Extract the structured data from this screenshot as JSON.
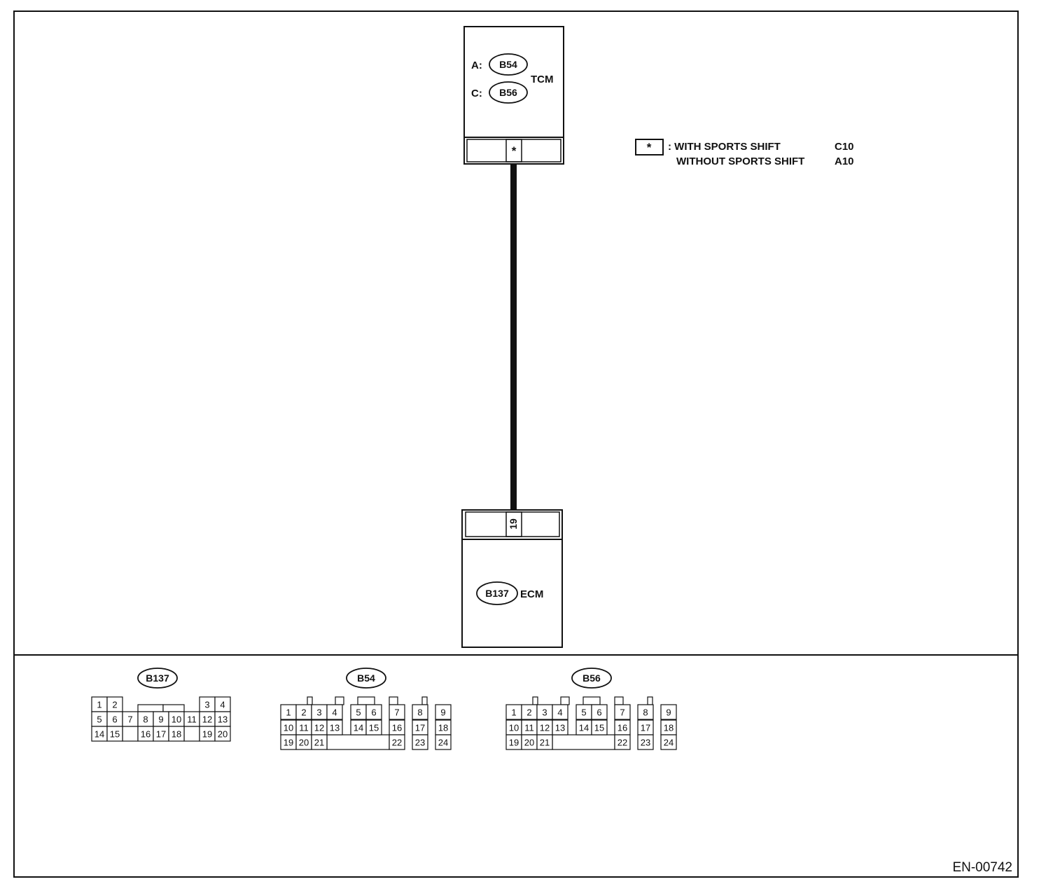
{
  "tcm": {
    "label": "TCM",
    "conn_a_prefix": "A:",
    "conn_a_id": "B54",
    "conn_c_prefix": "C:",
    "conn_c_id": "B56",
    "terminal": "*"
  },
  "ecm": {
    "label": "ECM",
    "conn_id": "B137",
    "terminal": "19"
  },
  "legend": {
    "symbol": "*",
    "line1_text": ": WITH SPORTS SHIFT",
    "line1_value": "C10",
    "line2_text": "WITHOUT SPORTS SHIFT",
    "line2_value": "A10"
  },
  "connectors": {
    "b137": {
      "id": "B137",
      "pins": [
        "1",
        "2",
        "3",
        "4",
        "5",
        "6",
        "7",
        "8",
        "9",
        "10",
        "11",
        "12",
        "13",
        "14",
        "15",
        "16",
        "17",
        "18",
        "19",
        "20"
      ]
    },
    "b54": {
      "id": "B54",
      "pins": [
        "1",
        "2",
        "3",
        "4",
        "5",
        "6",
        "7",
        "8",
        "9",
        "10",
        "11",
        "12",
        "13",
        "14",
        "15",
        "16",
        "17",
        "18",
        "19",
        "20",
        "21",
        "22",
        "23",
        "24"
      ]
    },
    "b56": {
      "id": "B56",
      "pins": [
        "1",
        "2",
        "3",
        "4",
        "5",
        "6",
        "7",
        "8",
        "9",
        "10",
        "11",
        "12",
        "13",
        "14",
        "15",
        "16",
        "17",
        "18",
        "19",
        "20",
        "21",
        "22",
        "23",
        "24"
      ]
    }
  },
  "figure_id": "EN-00742"
}
